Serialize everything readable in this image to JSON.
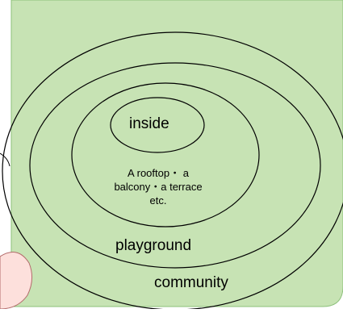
{
  "diagram": {
    "rings": {
      "inside": "inside",
      "space": {
        "line1": "A rooftop・ a",
        "line2": "balcony・a terrace",
        "line3": "etc."
      },
      "playground": "playground",
      "community": "community"
    },
    "colors": {
      "background_panel": "#c7e3b4",
      "panel_border": "#8cc07a",
      "ring_stroke": "#000000",
      "pink_shape": "#fde0dc",
      "pink_stroke": "#b36b6b"
    }
  }
}
